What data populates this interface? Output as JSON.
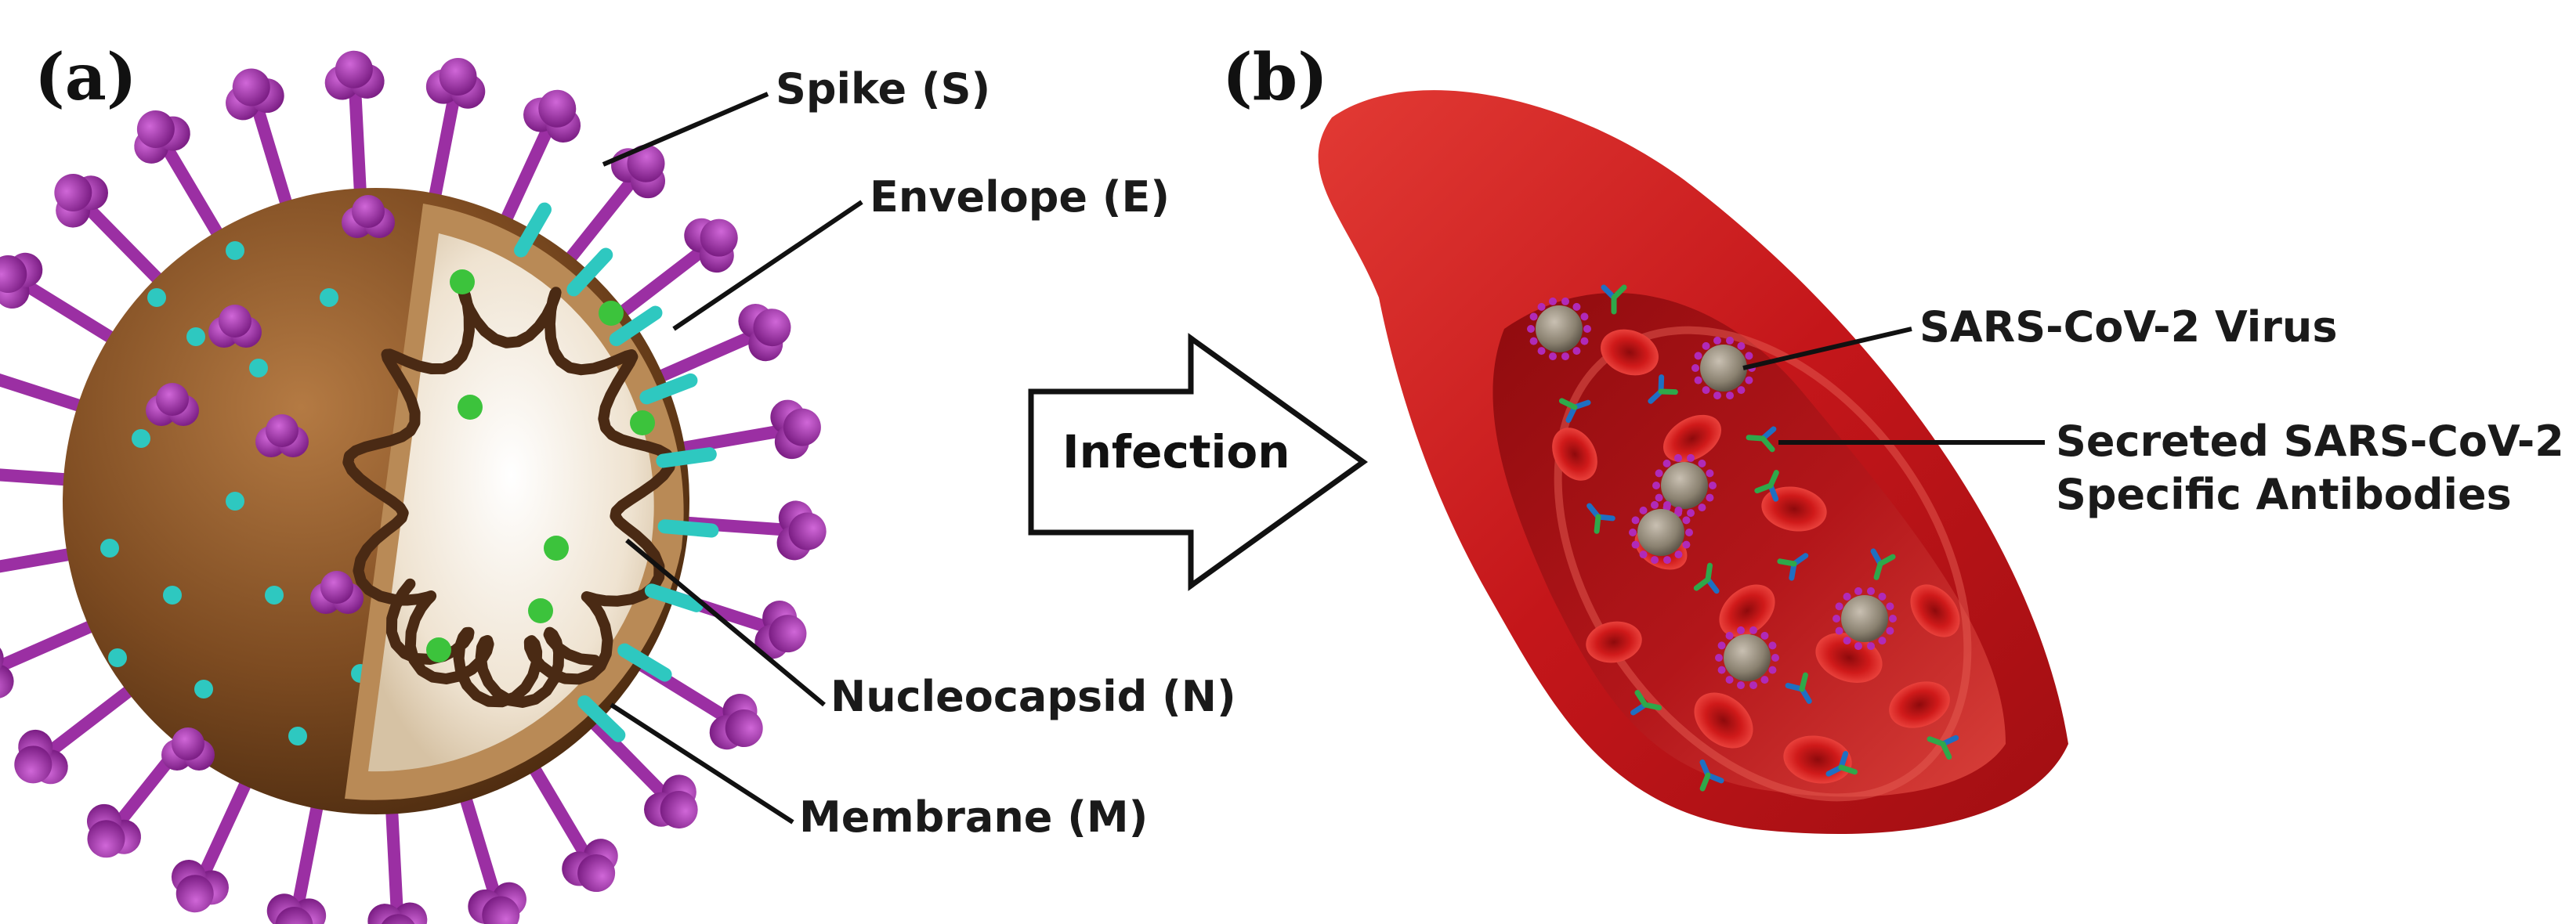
{
  "panels": {
    "a": {
      "label": "(a)"
    },
    "b": {
      "label": "(b)"
    }
  },
  "virus_structure": {
    "spike_label": "Spike (S)",
    "envelope_label": "Envelope (E)",
    "nucleocapsid_label": "Nucleocapsid (N)",
    "membrane_label": "Membrane (M)"
  },
  "process": {
    "arrow_label": "Infection"
  },
  "blood_vessel": {
    "virus_label": "SARS-CoV-2 Virus",
    "antibodies_label_line1": "Secreted SARS-CoV-2",
    "antibodies_label_line2": "Specific Antibodies"
  },
  "colors": {
    "virus_shell": "#7a4b22",
    "virus_interior": "#f1e6d6",
    "rna_coil": "#4a2a14",
    "spike": "#9b2fa3",
    "envelope_protein": "#2ec8c0",
    "green_protein": "#3cc33c",
    "vessel_red": "#c91a1a",
    "blood_cell": "#d01818",
    "antibody_blue": "#1f6fc2",
    "antibody_green": "#2fa84a"
  }
}
